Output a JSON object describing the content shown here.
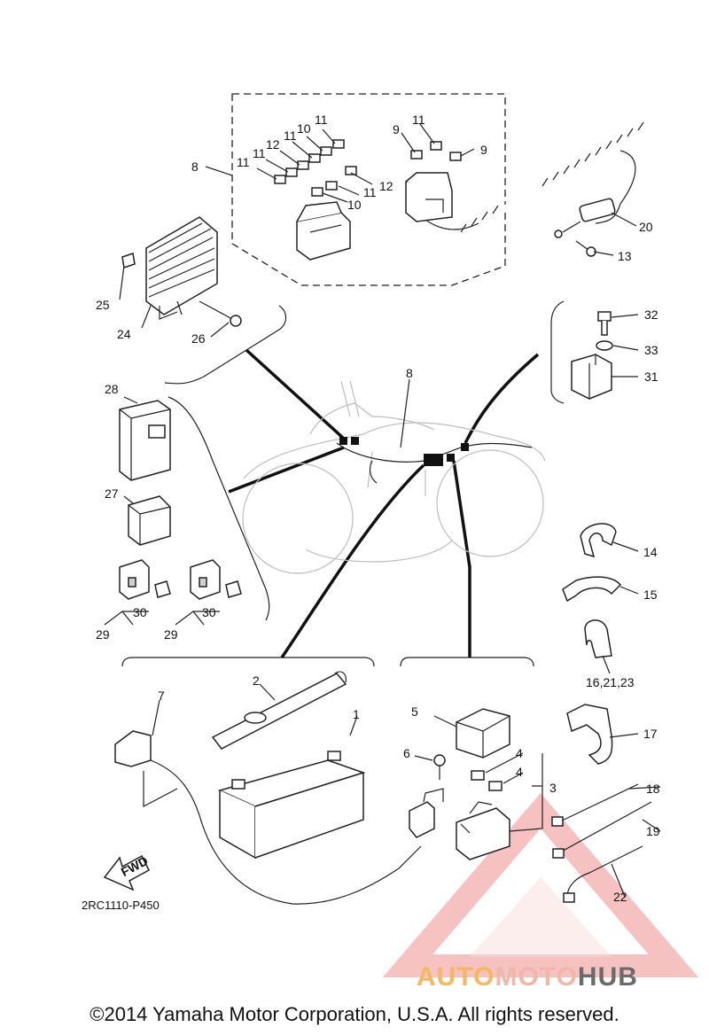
{
  "diagram": {
    "code": "2RC1110-P450",
    "copyright": "©2014 Yamaha Motor Corporation, U.S.A. All rights reserved.",
    "fwd_label": "FWD",
    "watermark": {
      "part1": "AUTO",
      "part2": "MOTO",
      "part3": "HUB"
    },
    "labels": {
      "n1": "1",
      "n2": "2",
      "n3": "3",
      "n4a": "4",
      "n4b": "4",
      "n5": "5",
      "n6": "6",
      "n7": "7",
      "n8a": "8",
      "n8b": "8",
      "n9a": "9",
      "n9b": "9",
      "n10a": "10",
      "n10b": "10",
      "n11a": "11",
      "n11b": "11",
      "n11c": "11",
      "n11d": "11",
      "n11e": "11",
      "n11f": "11",
      "n12a": "12",
      "n12b": "12",
      "n13": "13",
      "n14": "14",
      "n15": "15",
      "n16": "16,21,23",
      "n17": "17",
      "n18": "18",
      "n19": "19",
      "n20": "20",
      "n22": "22",
      "n24": "24",
      "n25": "25",
      "n26": "26",
      "n27": "27",
      "n28": "28",
      "n29a": "29",
      "n29b": "29",
      "n30a": "30",
      "n30b": "30",
      "n31": "31",
      "n32": "32",
      "n33": "33"
    }
  }
}
